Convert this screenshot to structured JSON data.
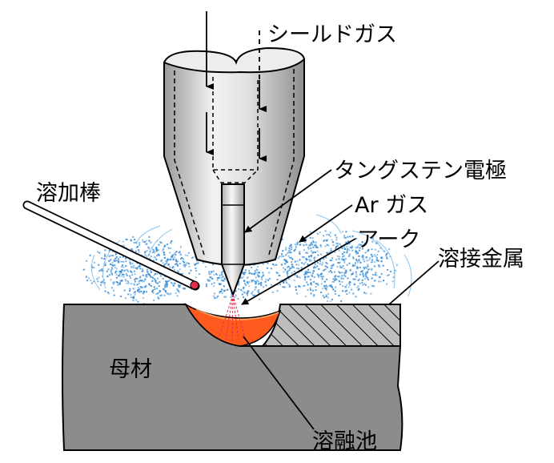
{
  "labels": {
    "shield_gas": "シールドガス",
    "tungsten_electrode": "タングステン電極",
    "ar_gas": "Ar ガス",
    "arc": "アーク",
    "weld_metal": "溶接金属",
    "filler_rod": "溶加棒",
    "base_metal": "母材",
    "weld_pool": "溶融池"
  },
  "colors": {
    "nozzle": "#c8c8c8",
    "base_metal": "#8c8c8c",
    "weld_pool": "#ff5a1e",
    "gas": "#3a8fd8",
    "arc": "#e0304a"
  }
}
